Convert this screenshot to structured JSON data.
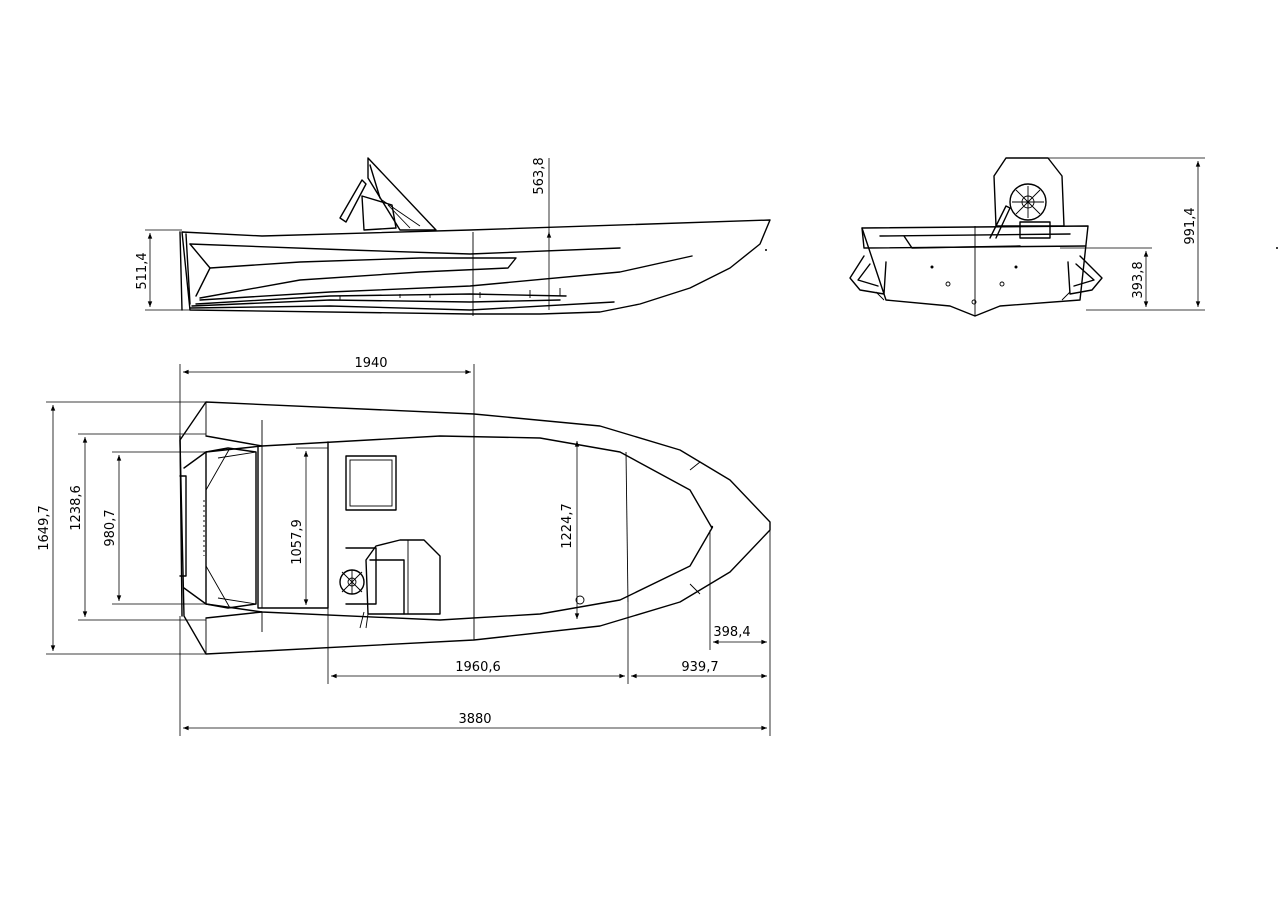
{
  "dimensions": {
    "side_height": "511,4",
    "side_top": "563,8",
    "front_total": "991,4",
    "front_side": "393,8",
    "plan_1940": "1940",
    "plan_width_total": "1649,7",
    "plan_width_1": "1238,6",
    "plan_width_2": "980,7",
    "plan_width_3": "1057,9",
    "plan_width_4": "1224,7",
    "plan_bow": "398,4",
    "plan_mid": "1960,6",
    "plan_front": "939,7",
    "plan_length": "3880"
  }
}
